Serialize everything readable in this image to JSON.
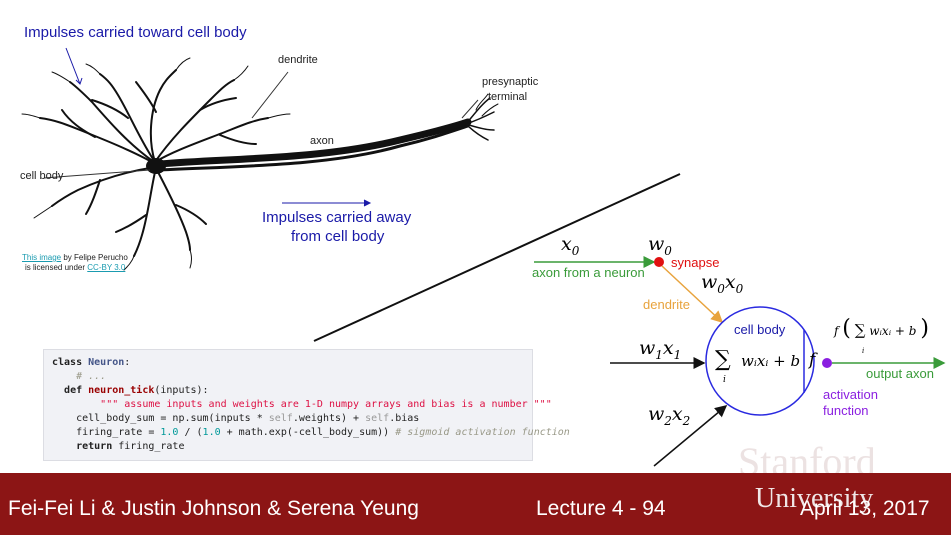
{
  "neuron": {
    "impulses_toward": "Impulses carried toward cell body",
    "dendrite": "dendrite",
    "presynaptic_line1": "presynaptic",
    "presynaptic_line2": "terminal",
    "axon": "axon",
    "cell_body": "cell body",
    "impulses_away_line1": "Impulses carried away",
    "impulses_away_line2": "from cell body"
  },
  "credit": {
    "this_image": "This image",
    "by": " by Felipe Perucho",
    "licensed": "is licensed under ",
    "license": "CC-BY 3.0"
  },
  "model": {
    "x0": "x",
    "x0_sub": "0",
    "w0": "w",
    "w0_sub": "0",
    "synapse": "synapse",
    "axon_from_neuron": "axon from a neuron",
    "w0x0_w": "w",
    "w0x0_w_sub": "0",
    "w0x0_x": "x",
    "w0x0_x_sub": "0",
    "dendrite": "dendrite",
    "cell_body": "cell body",
    "w1x1_w": "w",
    "w1x1_w_sub": "1",
    "w1x1_x": "x",
    "w1x1_x_sub": "1",
    "w2x2_w": "w",
    "w2x2_w_sub": "2",
    "w2x2_x": "x",
    "w2x2_x_sub": "2",
    "sum_symbol": "∑",
    "sum_index": "i",
    "sum_term": "wᵢxᵢ + b",
    "f": "f",
    "output_formula_f": "f",
    "output_formula_sum": "∑",
    "output_formula_index": "i",
    "output_formula_term": "wᵢxᵢ + b",
    "output_axon": "output axon",
    "activation_line1": "activation",
    "activation_line2": "function",
    "colors": {
      "green": "#3a9b3a",
      "orange": "#e8a33d",
      "red": "#e01010",
      "purple": "#8a1ee0",
      "blue_circle": "#2a2ae0"
    }
  },
  "code": [
    "class Neuron:",
    "  # ...",
    "  def neuron_tick(inputs):",
    "    \"\"\" assume inputs and weights are 1-D numpy arrays and bias is a number \"\"\"",
    "    cell_body_sum = np.sum(inputs * self.weights) + self.bias",
    "    firing_rate = 1.0 / (1.0 + math.exp(-cell_body_sum)) # sigmoid activation function",
    "    return firing_rate"
  ],
  "footer": {
    "authors": "Fei-Fei Li & Justin Johnson & Serena Yeung",
    "lecture": "Lecture 4 - 94",
    "date": "April 13, 2017",
    "logo_line1": "Stanford",
    "logo_line2": "University"
  }
}
